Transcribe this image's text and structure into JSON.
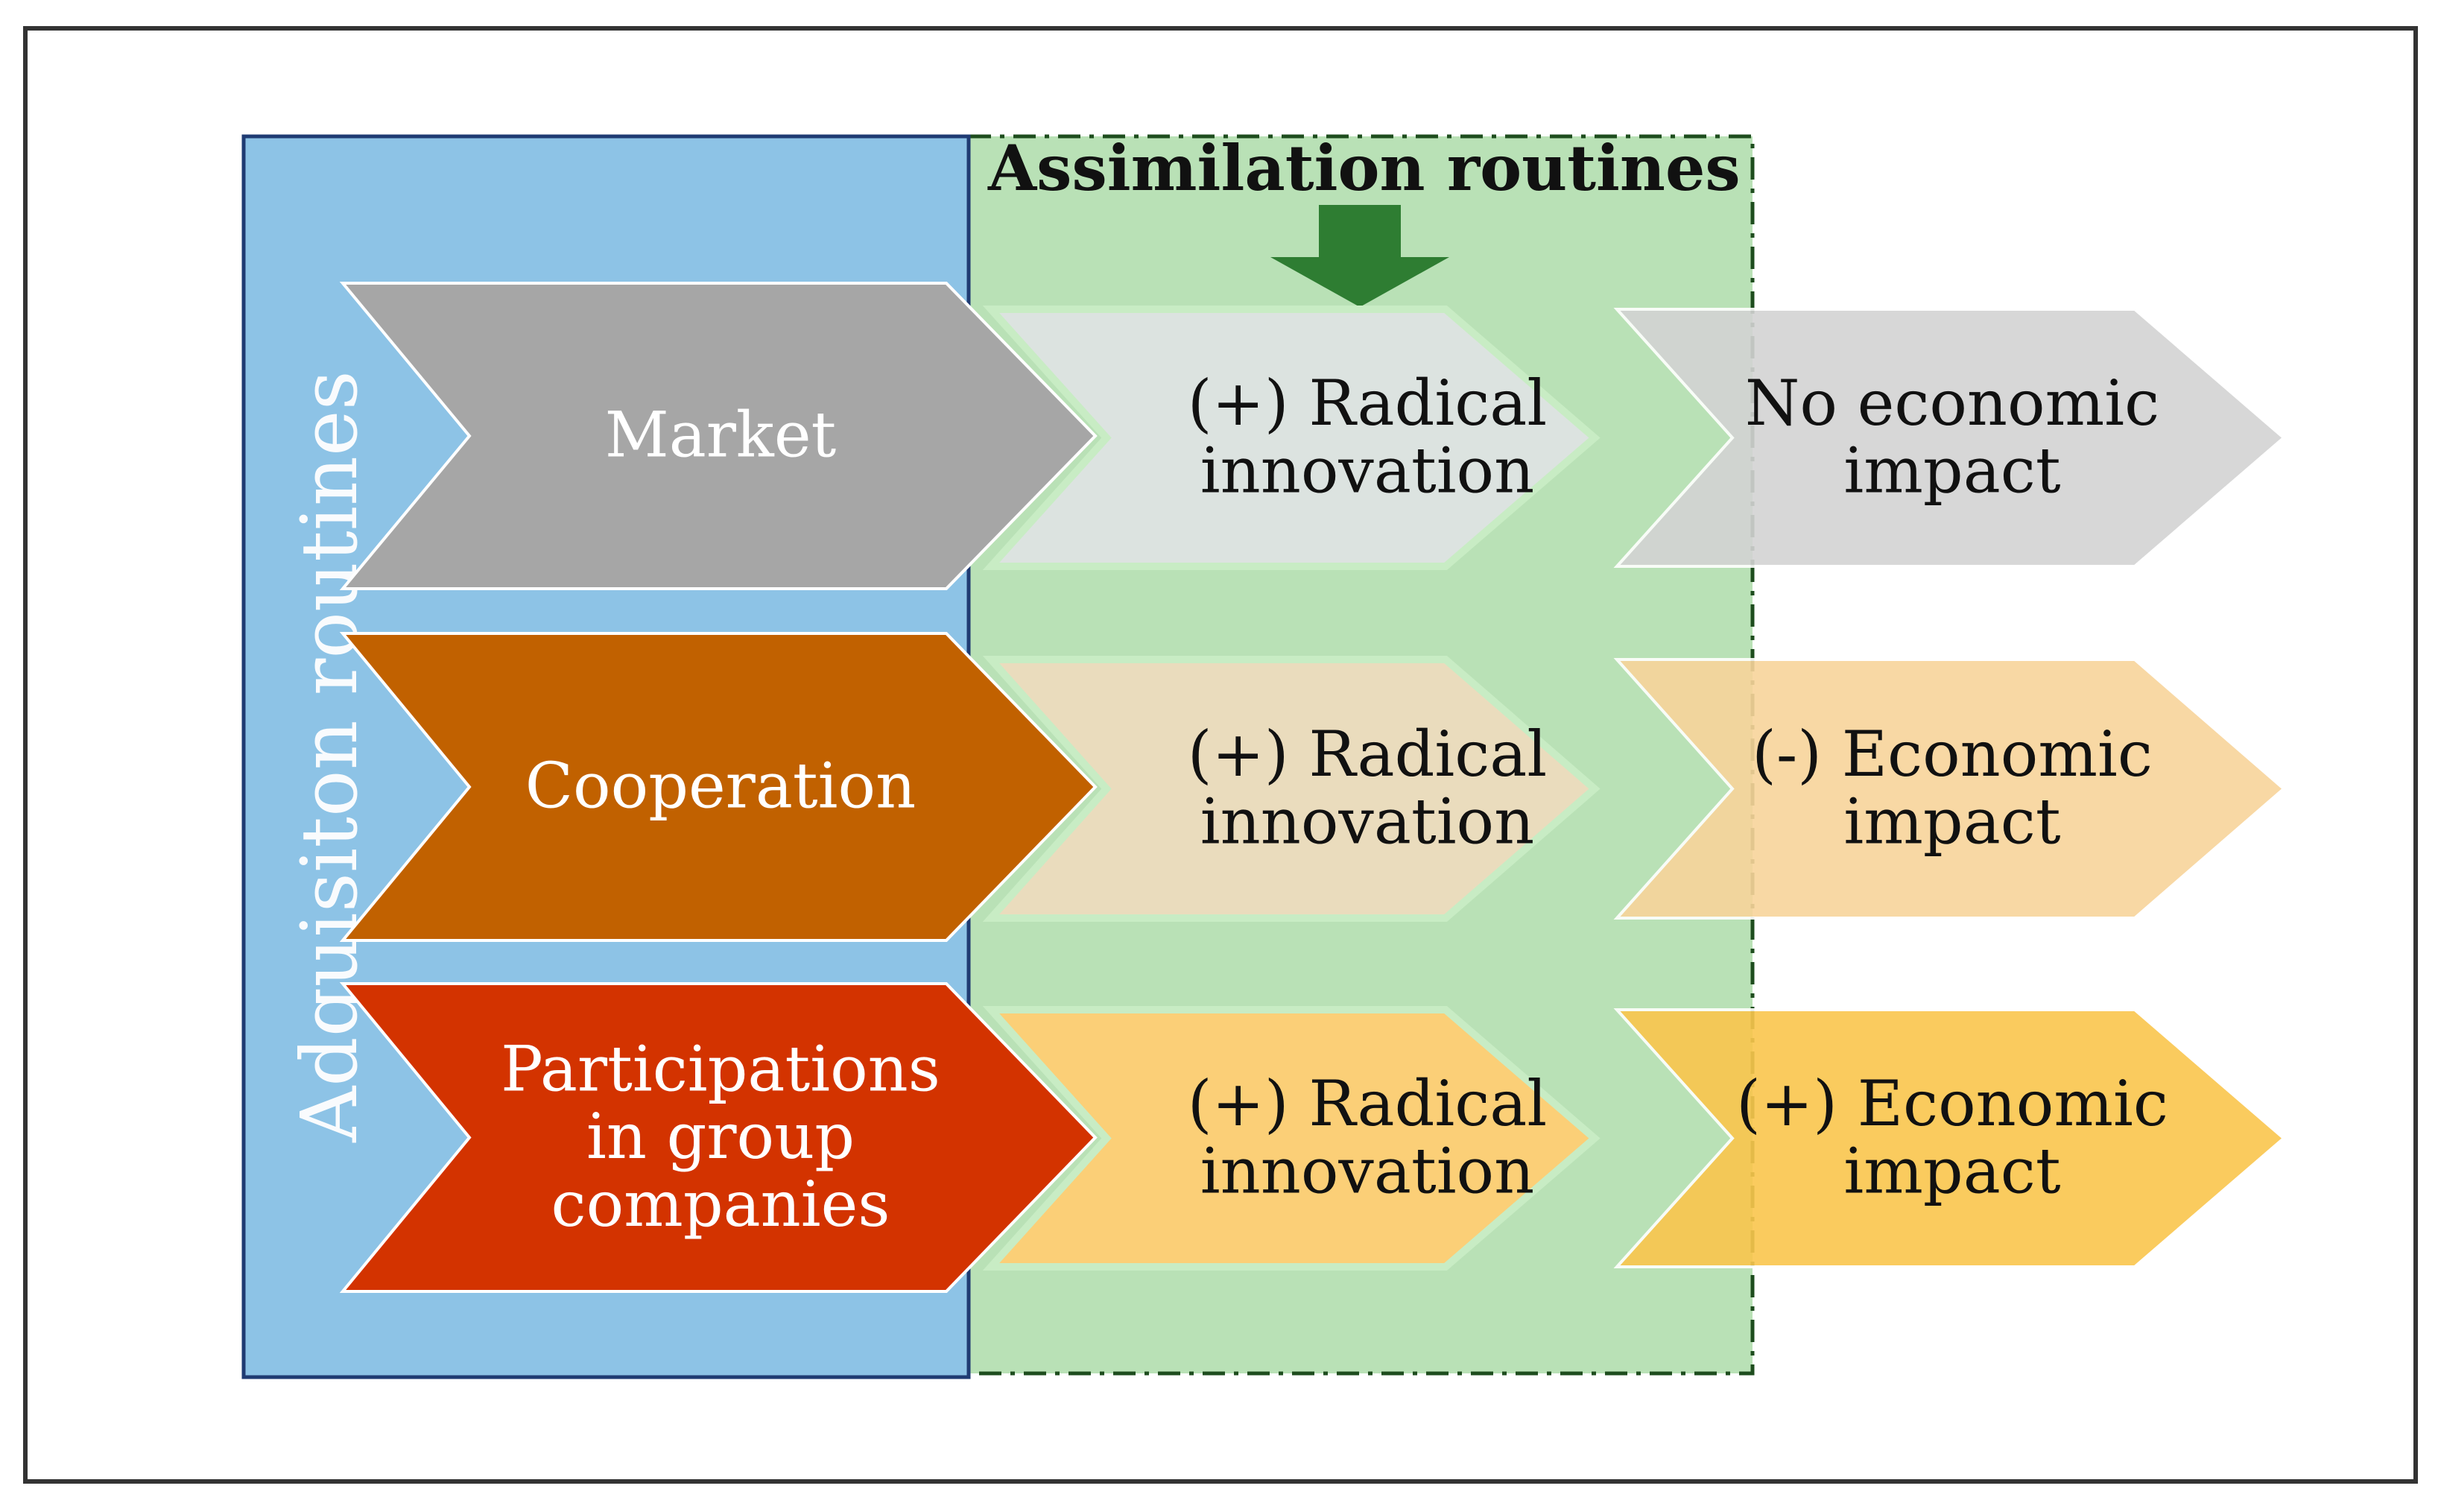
{
  "acquisition": {
    "label": "Adquisiton routines"
  },
  "assimilation": {
    "label": "Assimilation routines"
  },
  "colors": {
    "acquisition_bg": "#8dc3e6",
    "acquisition_border": "#1f3b73",
    "assimilation_bg": "#b9e1b6",
    "assimilation_border": "#1e4d1e",
    "arrow": "#2e7d32",
    "text_light": "#ffffff",
    "text_dark": "#111111"
  },
  "rows": [
    {
      "source": {
        "lines": [
          "Market"
        ],
        "color": "#a6a6a6"
      },
      "innovation": {
        "lines": [
          "(+) Radical",
          "innovation"
        ],
        "color": "#dce3e0"
      },
      "impact": {
        "lines": [
          "No economic",
          "impact"
        ],
        "color": "#d3d3d3"
      }
    },
    {
      "source": {
        "lines": [
          "Cooperation"
        ],
        "color": "#c16100"
      },
      "innovation": {
        "lines": [
          "(+) Radical",
          "innovation"
        ],
        "color": "#eadcbd"
      },
      "impact": {
        "lines": [
          "(-) Economic",
          "impact"
        ],
        "color": "#f8d49b"
      }
    },
    {
      "source": {
        "lines": [
          "Participations",
          "in group",
          "companies"
        ],
        "color": "#d33300"
      },
      "innovation": {
        "lines": [
          "(+) Radical",
          "innovation"
        ],
        "color": "#fbcf77"
      },
      "impact": {
        "lines": [
          "(+) Economic",
          "impact"
        ],
        "color": "#fac64d"
      }
    }
  ]
}
